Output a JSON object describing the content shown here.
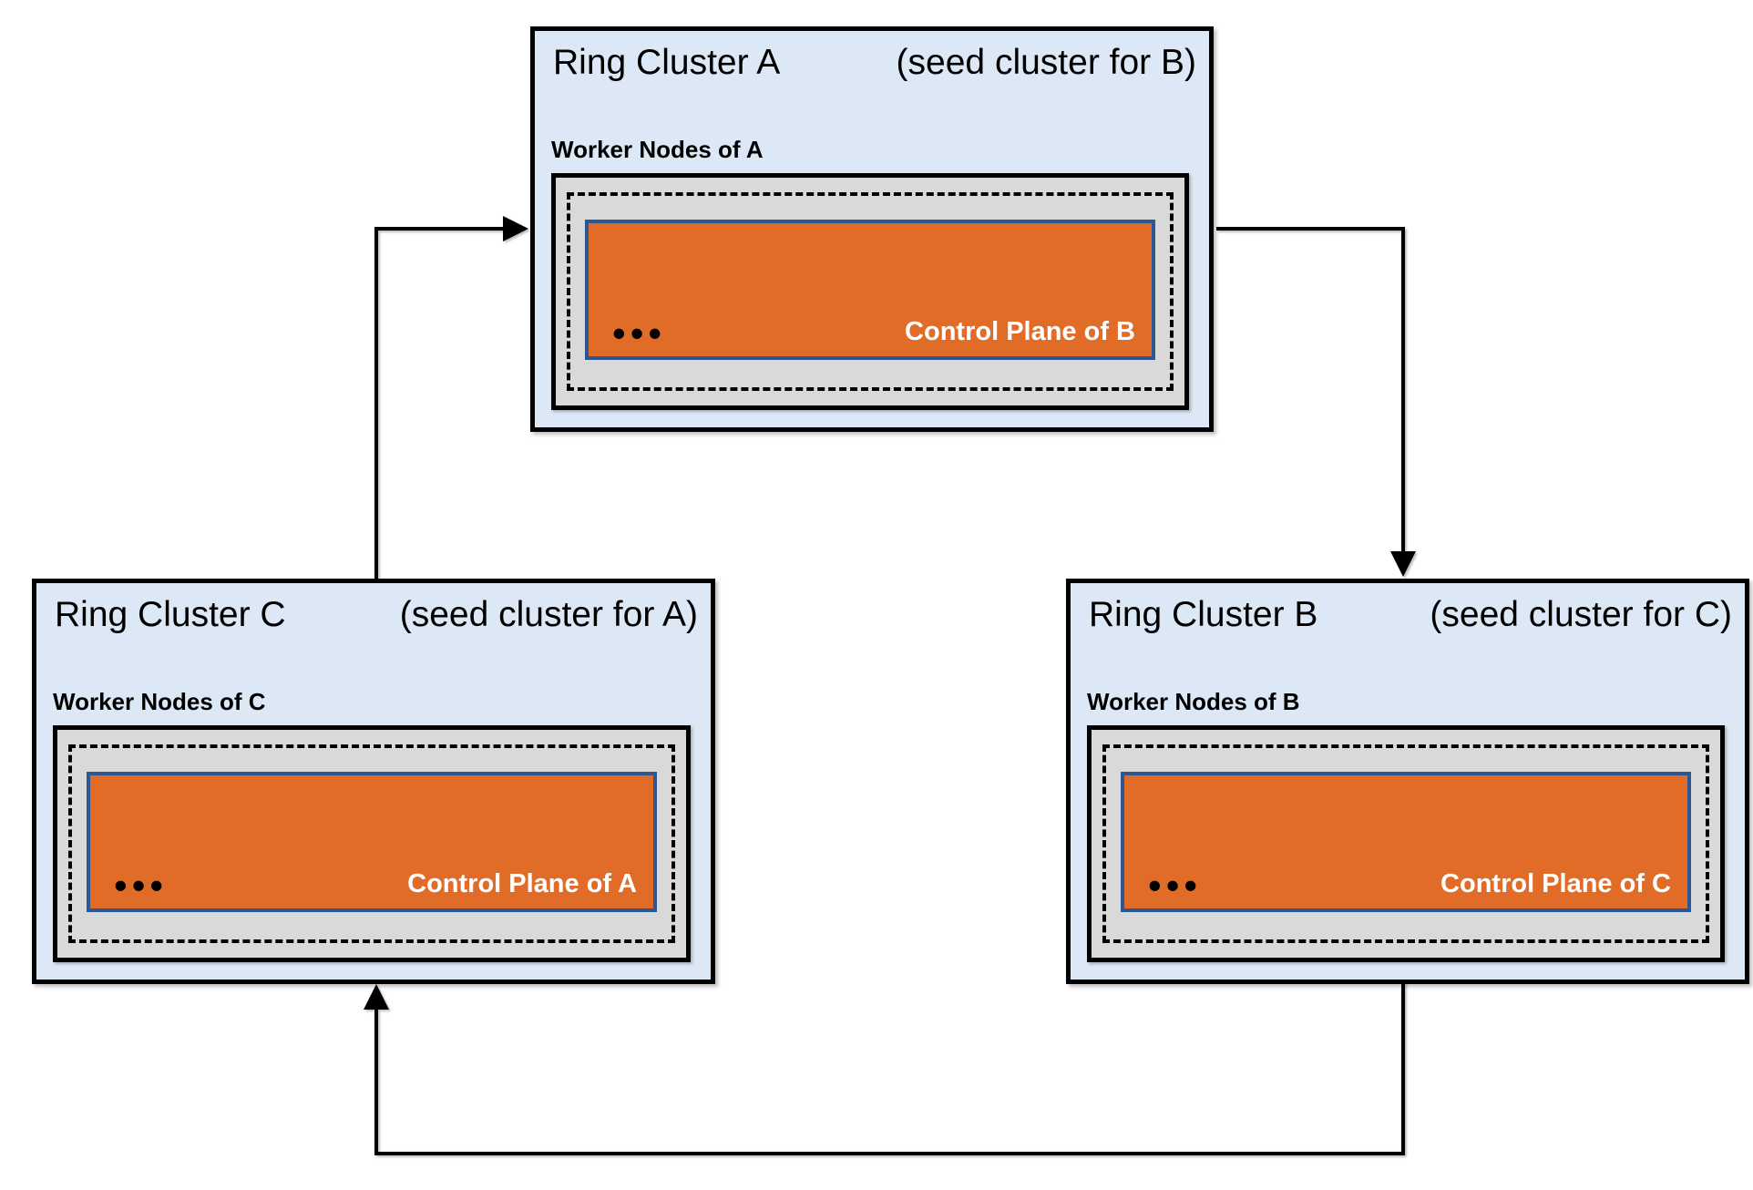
{
  "diagram": {
    "type": "architecture-ring-diagram",
    "colors": {
      "page_bg": "#ffffff",
      "cluster_bg": "#dce8f5",
      "cluster_border": "#000000",
      "worker_area_bg": "#d9d9d9",
      "control_plane_bg": "#e16c28",
      "control_plane_border": "#2e5693",
      "control_plane_text": "#ffffff",
      "arrow": "#000000"
    },
    "clusters": [
      {
        "id": "A",
        "title": "Ring Cluster A",
        "subtitle": "(seed cluster for B)",
        "worker_label": "Worker Nodes of A",
        "dots": "•••",
        "control_plane_label": "Control Plane of B"
      },
      {
        "id": "C",
        "title": "Ring Cluster C",
        "subtitle": "(seed cluster for A)",
        "worker_label": "Worker Nodes of C",
        "dots": "•••",
        "control_plane_label": "Control Plane of A"
      },
      {
        "id": "B",
        "title": "Ring Cluster B",
        "subtitle": "(seed cluster for C)",
        "worker_label": "Worker Nodes of B",
        "dots": "•••",
        "control_plane_label": "Control Plane of C"
      }
    ],
    "edges": [
      {
        "from": "C",
        "to": "A"
      },
      {
        "from": "A",
        "to": "B"
      },
      {
        "from": "B",
        "to": "C"
      }
    ]
  }
}
